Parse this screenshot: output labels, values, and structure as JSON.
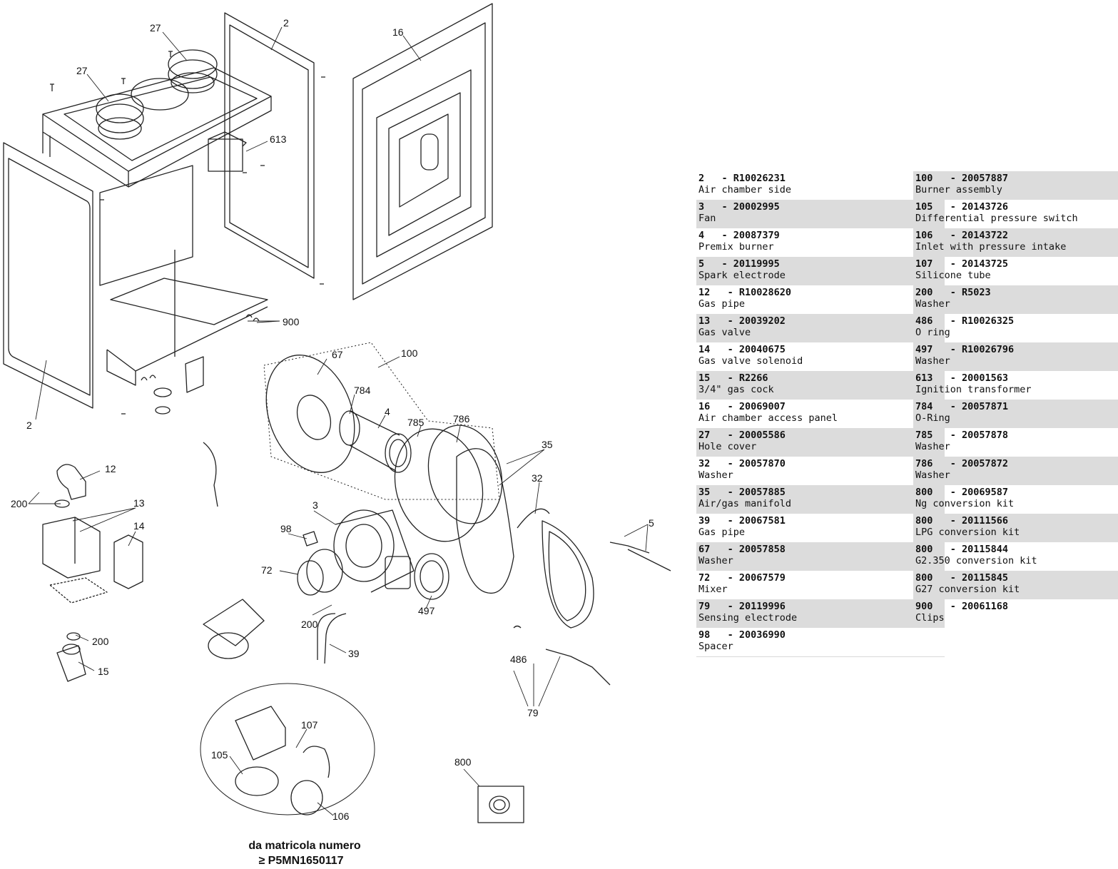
{
  "callouts": {
    "c2a": "2",
    "c27a": "27",
    "c27b": "27",
    "c16": "16",
    "c613": "613",
    "c2b": "2",
    "c900": "900",
    "c67": "67",
    "c100": "100",
    "c784": "784",
    "c4": "4",
    "c785": "785",
    "c786": "786",
    "c35": "35",
    "c32": "32",
    "c12": "12",
    "c200a": "200",
    "c13": "13",
    "c14": "14",
    "c98": "98",
    "c3": "3",
    "c72": "72",
    "c5": "5",
    "c200b": "200",
    "c497": "497",
    "c39": "39",
    "c200c": "200",
    "c15": "15",
    "c486": "486",
    "c79": "79",
    "c107": "107",
    "c105": "105",
    "c106": "106",
    "c800": "800"
  },
  "serial_note": {
    "line1": "da matricola numero",
    "line2": "≥ P5MN1650117"
  },
  "parts": {
    "left": [
      {
        "code": "2   - R10026231",
        "desc": "Air chamber side"
      },
      {
        "code": "3   - 20002995",
        "desc": "Fan"
      },
      {
        "code": "4   - 20087379",
        "desc": "Premix burner"
      },
      {
        "code": "5   - 20119995",
        "desc": "Spark electrode"
      },
      {
        "code": "12   - R10028620",
        "desc": "Gas pipe"
      },
      {
        "code": "13   - 20039202",
        "desc": "Gas valve"
      },
      {
        "code": "14   - 20040675",
        "desc": "Gas valve solenoid"
      },
      {
        "code": "15   - R2266",
        "desc": "3/4\" gas cock"
      },
      {
        "code": "16   - 20069007",
        "desc": "Air chamber access panel"
      },
      {
        "code": "27   - 20005586",
        "desc": "Hole cover"
      },
      {
        "code": "32   - 20057870",
        "desc": "Washer"
      },
      {
        "code": "35   - 20057885",
        "desc": "Air/gas manifold"
      },
      {
        "code": "39   - 20067581",
        "desc": "Gas pipe"
      },
      {
        "code": "67   - 20057858",
        "desc": "Washer"
      },
      {
        "code": "72   - 20067579",
        "desc": "Mixer"
      },
      {
        "code": "79   - 20119996",
        "desc": "Sensing electrode"
      },
      {
        "code": "98   - 20036990",
        "desc": "Spacer"
      }
    ],
    "right": [
      {
        "code": "100   - 20057887",
        "desc": "Burner assembly"
      },
      {
        "code": "105   - 20143726",
        "desc": "Differential pressure switch"
      },
      {
        "code": "106   - 20143722",
        "desc": "Inlet with pressure intake"
      },
      {
        "code": "107   - 20143725",
        "desc": "Silicone tube"
      },
      {
        "code": "200   - R5023",
        "desc": "Washer"
      },
      {
        "code": "486   - R10026325",
        "desc": "O ring"
      },
      {
        "code": "497   - R10026796",
        "desc": "Washer"
      },
      {
        "code": "613   - 20001563",
        "desc": "Ignition transformer"
      },
      {
        "code": "784   - 20057871",
        "desc": "O-Ring"
      },
      {
        "code": "785   - 20057878",
        "desc": "Washer"
      },
      {
        "code": "786   - 20057872",
        "desc": "Washer"
      },
      {
        "code": "800   - 20069587",
        "desc": "Ng conversion kit"
      },
      {
        "code": "800   - 20111566",
        "desc": "LPG conversion kit"
      },
      {
        "code": "800   - 20115844",
        "desc": "G2.350 conversion kit"
      },
      {
        "code": "800   - 20115845",
        "desc": "G27 conversion kit"
      },
      {
        "code": "900   - 20061168",
        "desc": "Clips"
      }
    ]
  },
  "colors": {
    "row_shade": "#dcdcdc",
    "line": "#222222",
    "divider": "#d8d8d8"
  }
}
